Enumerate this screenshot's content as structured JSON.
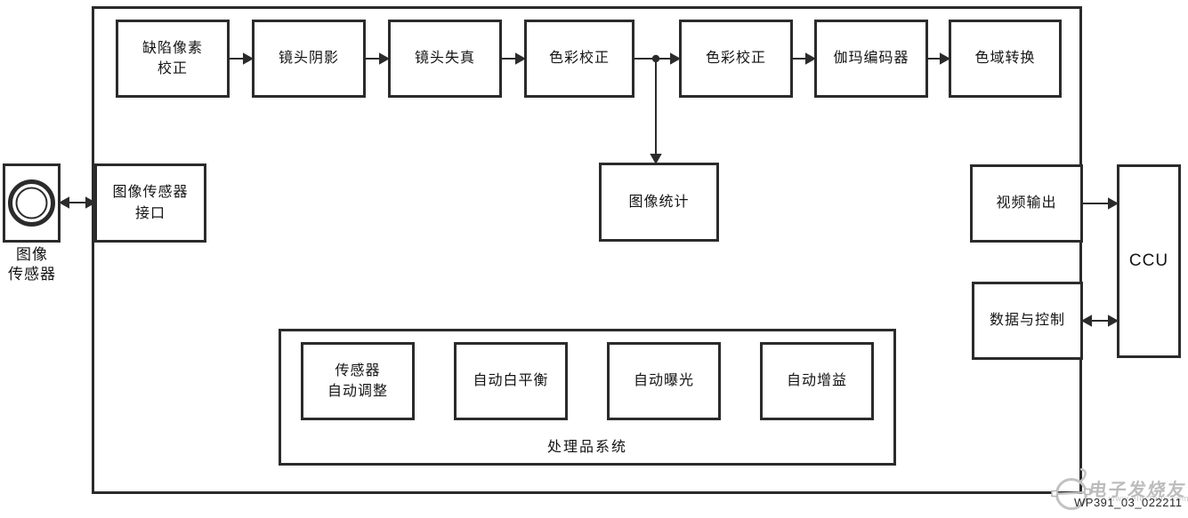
{
  "colors": {
    "line": "#2b2b2b",
    "text": "#141414",
    "watermark": "#bcbcbc",
    "caption": "#2a2a2a"
  },
  "pipeline": [
    {
      "label": "缺陷像素\n校正"
    },
    {
      "label": "镜头阴影"
    },
    {
      "label": "镜头失真"
    },
    {
      "label": "色彩校正"
    },
    {
      "label": "色彩校正"
    },
    {
      "label": "伽玛编码器"
    },
    {
      "label": "色域转换"
    }
  ],
  "sensor": {
    "label": "图像\n传感器",
    "interface_label": "图像传感器\n接口"
  },
  "statistics": {
    "label": "图像统计"
  },
  "right": {
    "video_output": "视频输出",
    "data_control": "数据与控制",
    "ccu": "CCU"
  },
  "subsystem": {
    "title": "处理品系统",
    "blocks": [
      {
        "label": "传感器\n自动调整"
      },
      {
        "label": "自动白平衡"
      },
      {
        "label": "自动曝光"
      },
      {
        "label": "自动增益"
      }
    ]
  },
  "caption": "WP391_03_022211",
  "watermark": {
    "text": "电子发烧友",
    "url": "www.elecfans.com"
  }
}
